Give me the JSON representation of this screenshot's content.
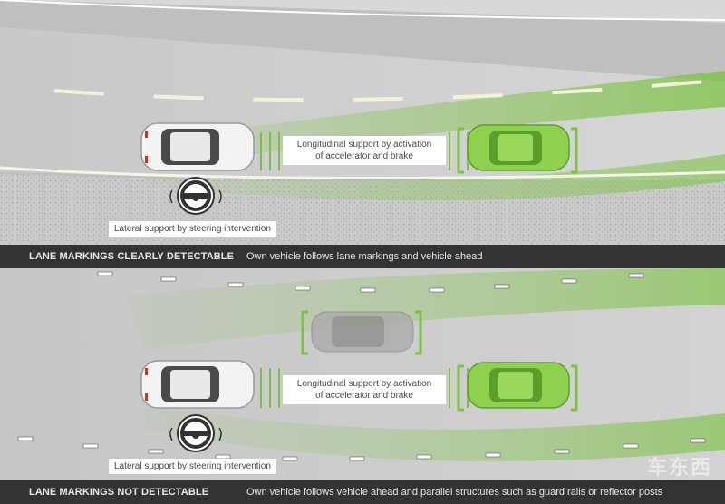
{
  "panels": [
    {
      "long_support_label": [
        "Longitudinal support by activation",
        "of accelerator and brake"
      ],
      "lat_support_label": "Lateral support by steering intervention",
      "bar_title": "LANE MARKINGS CLEARLY DETECTABLE",
      "bar_desc": "Own vehicle follows lane markings and vehicle ahead"
    },
    {
      "long_support_label": [
        "Longitudinal support by activation",
        "of accelerator and brake"
      ],
      "lat_support_label": "Lateral support by steering intervention",
      "bar_title": "LANE MARKINGS NOT DETECTABLE",
      "bar_desc": "Own vehicle follows vehicle ahead and parallel structures such as guard rails or reflector posts"
    }
  ],
  "watermark": "车东西",
  "colors": {
    "accent_green": "#7cc242",
    "road_gray": "#bdbdbd",
    "bar_dark": "#333333"
  }
}
